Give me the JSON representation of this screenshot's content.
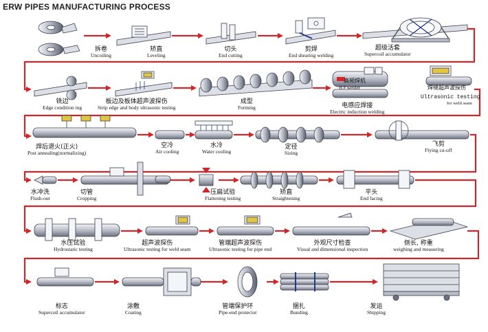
{
  "title": "ERW PIPES MANUFACTURING PROCESS",
  "rows": [
    [
      {
        "cn": "拆卷",
        "en": "Uncoiling"
      },
      {
        "cn": "矫直",
        "en": "Leveling"
      },
      {
        "cn": "切头",
        "en": "End cutting"
      },
      {
        "cn": "剪焊",
        "en": "End shearing welding"
      },
      {
        "cn": "超级活套",
        "en": "Supercoil accumulator"
      }
    ],
    [
      {
        "cn": "铣边",
        "en": "Edge condition ing"
      },
      {
        "cn": "板边及板体超声波探伤",
        "en": "Strip edge and body ultrasonic testing"
      },
      {
        "cn": "成型",
        "en": "Forming"
      },
      {
        "cn": "高频焊机",
        "en": "H.F.welder"
      },
      {
        "cn": "电感应焊接",
        "en": "Electric induction welding"
      },
      {
        "cn": "焊缝超声波探伤",
        "en": "Ultrasonic testing for weld seam"
      }
    ],
    [
      {
        "cn": "焊后退火(正火)",
        "en": "Post annealing(normalizing)"
      },
      {
        "cn": "空冷",
        "en": "Air cooling"
      },
      {
        "cn": "水冷",
        "en": "Water cooling"
      },
      {
        "cn": "定径",
        "en": "Sizing"
      },
      {
        "cn": "飞剪",
        "en": "Flying cu-off"
      }
    ],
    [
      {
        "cn": "水冲洗",
        "en": "Flush-out"
      },
      {
        "cn": "切管",
        "en": "Cropping"
      },
      {
        "cn": "压扁试验",
        "en": "Flattening testing"
      },
      {
        "cn": "矫直",
        "en": "Straightening"
      },
      {
        "cn": "平头",
        "en": "End facing"
      }
    ],
    [
      {
        "cn": "水压试验",
        "en": "Hydrostatic testing"
      },
      {
        "cn": "超声波探伤",
        "en": "Ultrasonic testing for weld seam"
      },
      {
        "cn": "管端超声波探伤",
        "en": "Ultrasonic testing for pipe end"
      },
      {
        "cn": "外观尺寸检查",
        "en": "Visual and dimensional inspection"
      },
      {
        "cn": "侧长, 称重",
        "en": "weighing and measuring"
      }
    ],
    [
      {
        "cn": "标志",
        "en": "Supercoil accumulator"
      },
      {
        "cn": "涂敷",
        "en": "Coating"
      },
      {
        "cn": "管端保护环",
        "en": "Pipe-end protector"
      },
      {
        "cn": "捆扎",
        "en": "Bunding"
      },
      {
        "cn": "发运",
        "en": "Shipping"
      }
    ]
  ],
  "equipment_labels": {
    "hf": "高频焊机",
    "hf_en": "H.F.welder",
    "ut_cn": "焊缝超声波探伤",
    "ut_en": "Ultrasonic testing",
    "for_weld": "for weld seam"
  },
  "colors": {
    "flow_arrow": "#d0262a",
    "machine_fill": "#dcdfe6",
    "machine_stroke": "#3b3f4a",
    "hatch_blue": "#1f3a8a",
    "accent_red": "#c0392b"
  }
}
